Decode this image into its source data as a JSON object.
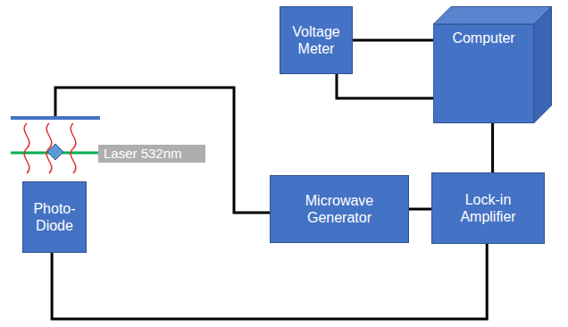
{
  "diagram": {
    "nodes": [
      {
        "text": [
          "Voltage Meter"
        ]
      },
      {
        "text": [
          "Computer"
        ]
      },
      {
        "text": [
          "Laser 532nm"
        ]
      },
      {
        "text": [
          "Photo- Diode"
        ]
      },
      {
        "text": [
          "Microwave Generator"
        ]
      },
      {
        "text": [
          "Lock-in Amplifier"
        ]
      }
    ],
    "edges": [
      {
        "from": 0,
        "to": 1,
        "arrow": "none"
      },
      {
        "from": 0,
        "to": 5,
        "arrow": "none"
      },
      {
        "from": 4,
        "to": 5,
        "arrow": "none"
      },
      {
        "from": 3,
        "to": 5,
        "arrow": "none"
      }
    ]
  }
}
